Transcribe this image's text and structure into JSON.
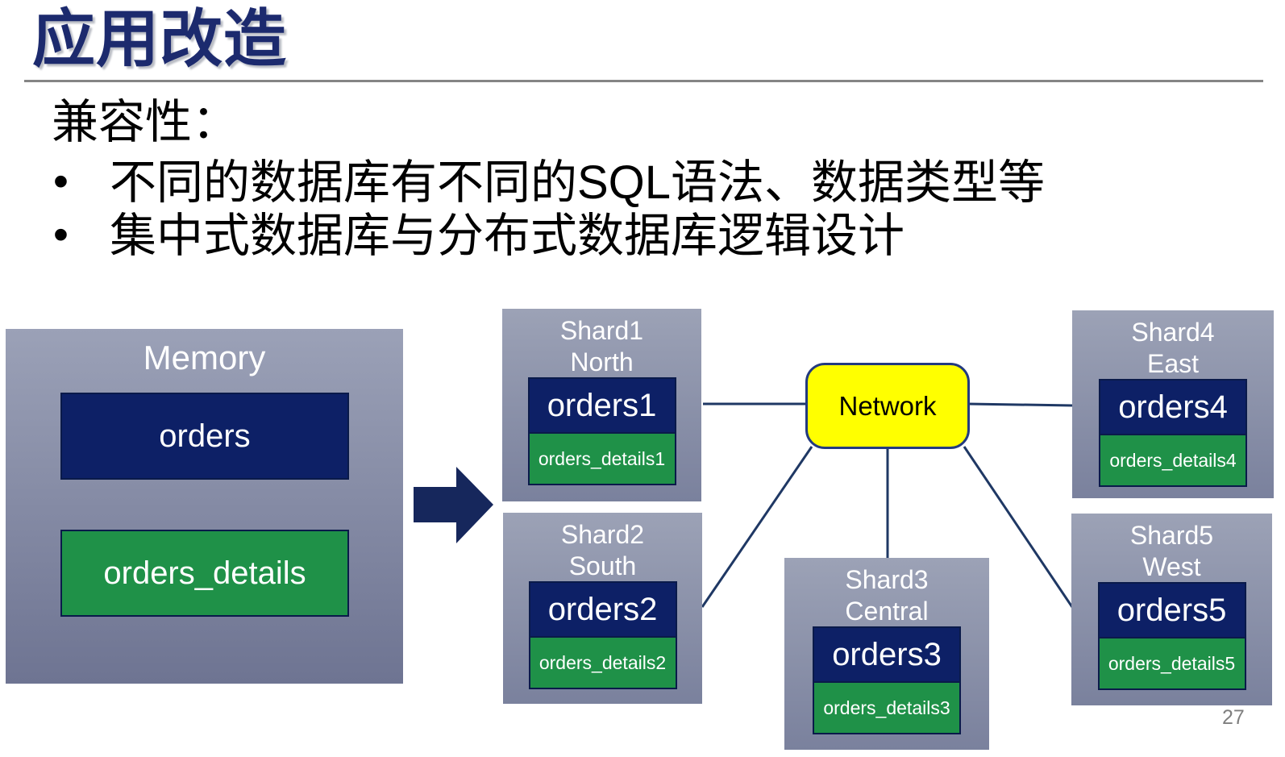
{
  "slide": {
    "title": "应用改造",
    "page_number": "27"
  },
  "content": {
    "heading": "兼容性：",
    "bullets": [
      "不同的数据库有不同的SQL语法、数据类型等",
      "集中式数据库与分布式数据库逻辑设计"
    ]
  },
  "diagram": {
    "memory": {
      "label": "Memory",
      "orders": "orders",
      "details": "orders_details"
    },
    "arrow_icon": "right-block-arrow",
    "network": {
      "label": "Network"
    },
    "shards": [
      {
        "title": "Shard1",
        "region": "North",
        "orders": "orders1",
        "details": "orders_details1"
      },
      {
        "title": "Shard2",
        "region": "South",
        "orders": "orders2",
        "details": "orders_details2"
      },
      {
        "title": "Shard3",
        "region": "Central",
        "orders": "orders3",
        "details": "orders_details3"
      },
      {
        "title": "Shard4",
        "region": "East",
        "orders": "orders4",
        "details": "orders_details4"
      },
      {
        "title": "Shard5",
        "region": "West",
        "orders": "orders5",
        "details": "orders_details5"
      }
    ],
    "colors": {
      "title_navy": "#1c2a6e",
      "table_navy": "#0d2066",
      "table_green": "#1f9148",
      "network_yellow": "#ffff00",
      "connector_navy": "#1f3864",
      "shard_gradient_top": "#9ca2b6",
      "shard_gradient_bottom": "#7a819d"
    }
  }
}
